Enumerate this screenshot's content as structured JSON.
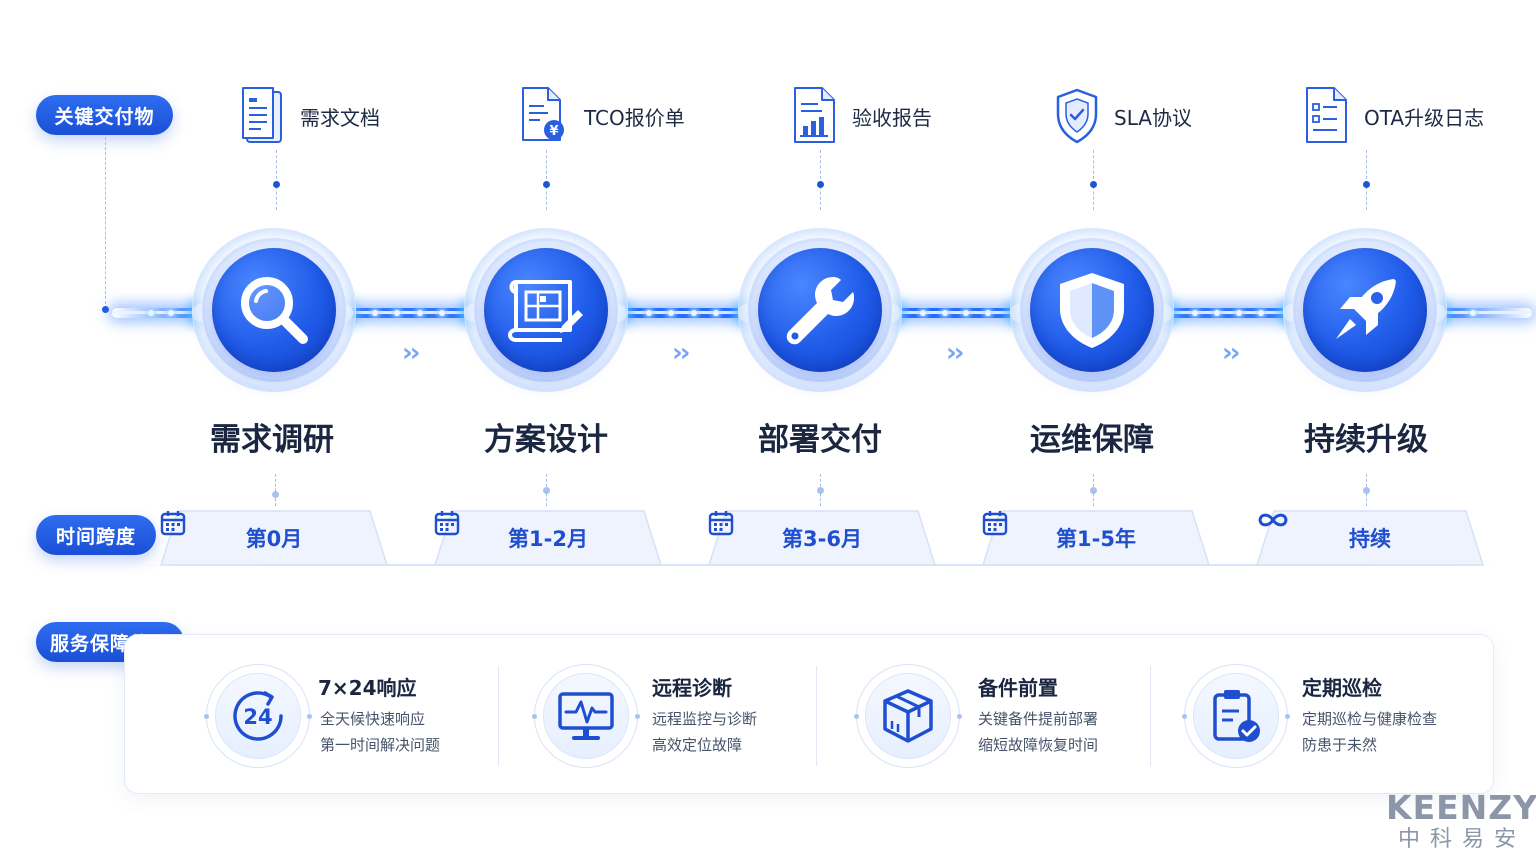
{
  "sections": {
    "deliverables": "关键交付物",
    "timespan": "时间跨度",
    "service": "服务保障体系"
  },
  "deliverables": [
    {
      "label": "需求文档",
      "icon": "document-icon"
    },
    {
      "label": "TCO报价单",
      "icon": "quote-document-icon"
    },
    {
      "label": "验收报告",
      "icon": "report-chart-icon"
    },
    {
      "label": "SLA协议",
      "icon": "shield-check-icon"
    },
    {
      "label": "OTA升级日志",
      "icon": "checklist-document-icon"
    }
  ],
  "stages": [
    {
      "title": "需求调研",
      "icon": "magnifier-icon"
    },
    {
      "title": "方案设计",
      "icon": "blueprint-icon"
    },
    {
      "title": "部署交付",
      "icon": "wrench-icon"
    },
    {
      "title": "运维保障",
      "icon": "shield-icon"
    },
    {
      "title": "持续升级",
      "icon": "rocket-icon"
    }
  ],
  "timespans": [
    {
      "label": "第0月",
      "icon": "calendar-icon"
    },
    {
      "label": "第1-2月",
      "icon": "calendar-icon"
    },
    {
      "label": "第3-6月",
      "icon": "calendar-icon"
    },
    {
      "label": "第1-5年",
      "icon": "calendar-icon"
    },
    {
      "label": "持续",
      "icon": "infinity-icon"
    }
  ],
  "services": [
    {
      "title": "7×24响应",
      "lines": [
        "全天候快速响应",
        "第一时间解决问题"
      ],
      "icon": "clock-24-icon"
    },
    {
      "title": "远程诊断",
      "lines": [
        "远程监控与诊断",
        "高效定位故障"
      ],
      "icon": "monitor-pulse-icon"
    },
    {
      "title": "备件前置",
      "lines": [
        "关键备件提前部署",
        "缩短故障恢复时间"
      ],
      "icon": "package-box-icon"
    },
    {
      "title": "定期巡检",
      "lines": [
        "定期巡检与健康检查",
        "防患于未然"
      ],
      "icon": "clipboard-check-icon"
    }
  ],
  "brand": {
    "en": "KEENZY",
    "cn": "中科易安"
  },
  "colors": {
    "primary": "#1f56d8",
    "accent": "#2f6df0",
    "text": "#1b2740",
    "muted": "#8c96a8"
  }
}
